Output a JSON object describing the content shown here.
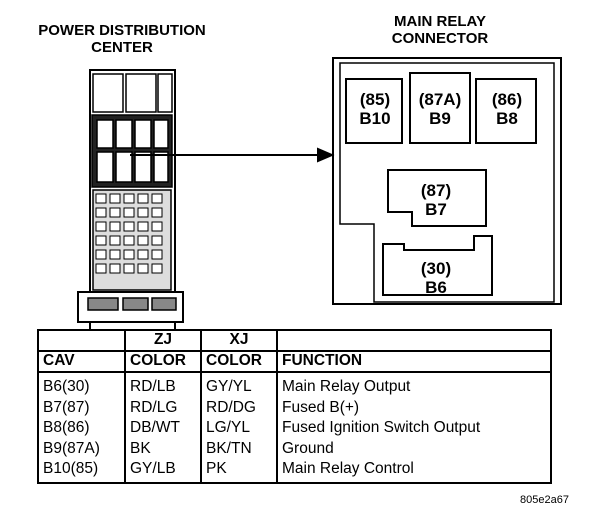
{
  "pdc": {
    "title_line1": "POWER DISTRIBUTION",
    "title_line2": "CENTER"
  },
  "relay": {
    "title_line1": "MAIN RELAY",
    "title_line2": "CONNECTOR",
    "pins": [
      {
        "func": "(85)",
        "cav": "B10"
      },
      {
        "func": "(87A)",
        "cav": "B9"
      },
      {
        "func": "(86)",
        "cav": "B8"
      },
      {
        "func": "(87)",
        "cav": "B7"
      },
      {
        "func": "(30)",
        "cav": "B6"
      }
    ]
  },
  "table": {
    "group_headers": [
      "ZJ",
      "XJ"
    ],
    "headers": [
      "CAV",
      "COLOR",
      "COLOR",
      "FUNCTION"
    ],
    "cav": [
      "B6(30)",
      "B7(87)",
      "B8(86)",
      "B9(87A)",
      "B10(85)"
    ],
    "zj": [
      "RD/LB",
      "RD/LG",
      "DB/WT",
      "BK",
      "GY/LB"
    ],
    "xj": [
      "GY/YL",
      "RD/DG",
      "LG/YL",
      "BK/TN",
      "PK"
    ],
    "function": [
      "Main Relay Output",
      "Fused B(+)",
      "Fused Ignition Switch Output",
      "Ground",
      "Main Relay Control"
    ]
  },
  "figure_id": "805e2a67"
}
